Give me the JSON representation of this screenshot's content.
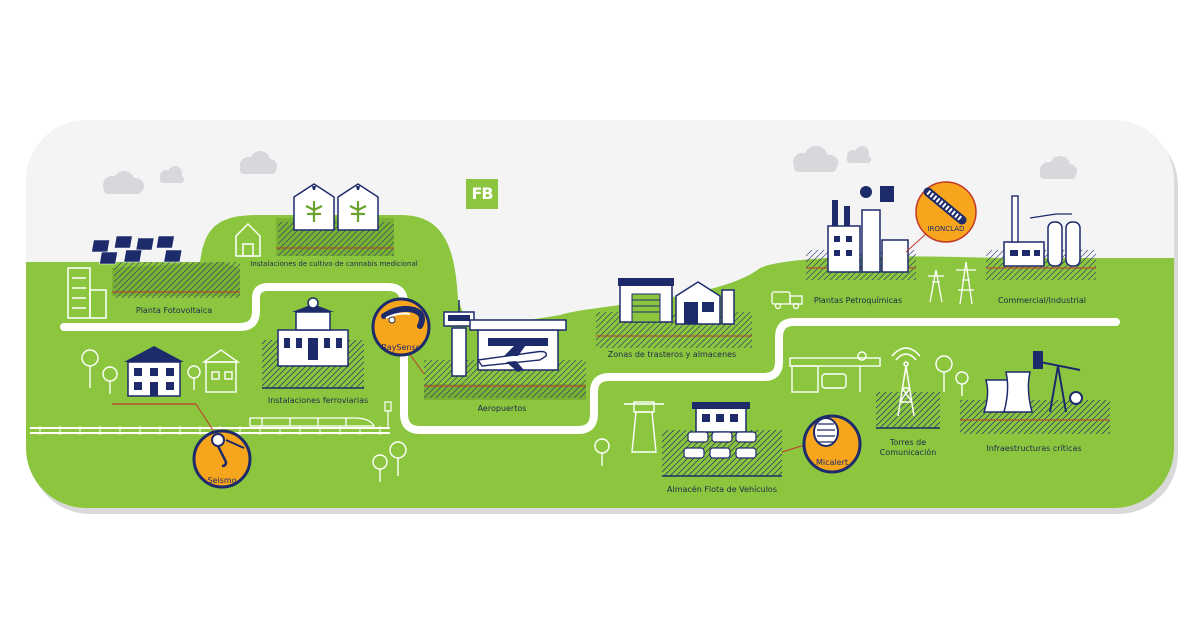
{
  "brand": {
    "logo_text": "FB",
    "colors": {
      "green": "#8cc63f",
      "navy": "#1d2b6b",
      "orange": "#f7a51c",
      "fence_red": "#c0392b"
    }
  },
  "locations": [
    {
      "id": "solar",
      "label": "Planta Fotovoltaica"
    },
    {
      "id": "cannabis",
      "label": "Instalaciones de cultivo de cannabis medicional"
    },
    {
      "id": "rail",
      "label": "Instalaciones ferroviarias"
    },
    {
      "id": "airport",
      "label": "Aeropuertos"
    },
    {
      "id": "storage",
      "label": "Zonas de trasteros y almacenes"
    },
    {
      "id": "fleet",
      "label": "Almacén Flota de Vehículos"
    },
    {
      "id": "petro",
      "label": "Plantas Petroquímicas"
    },
    {
      "id": "commercial",
      "label": "Commercial/Industrial"
    },
    {
      "id": "towers",
      "label": "Torres de\nComunicación"
    },
    {
      "id": "critical",
      "label": "Infraestructuras críticas"
    }
  ],
  "products": [
    {
      "id": "seismo",
      "label": "Seismo",
      "icon": "seismic-sensor-icon"
    },
    {
      "id": "raysense",
      "label": "RaySense",
      "icon": "fiber-optic-cable-icon"
    },
    {
      "id": "ironclad",
      "label": "IRONCLAD",
      "icon": "armored-cable-icon"
    },
    {
      "id": "micalert",
      "label": "Micalert",
      "icon": "cable-reel-icon"
    }
  ]
}
